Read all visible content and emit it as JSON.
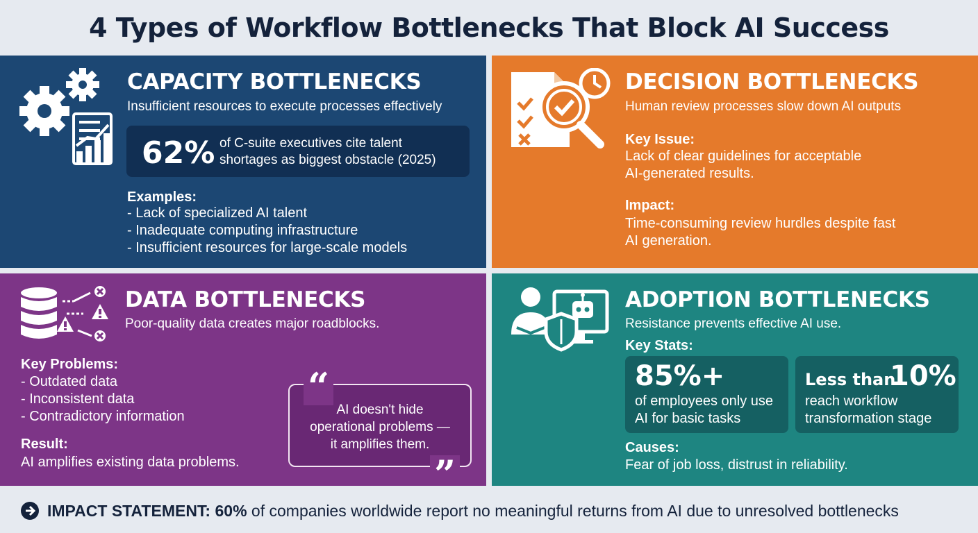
{
  "title": "4 Types of Workflow Bottlenecks That Block AI Success",
  "capacity": {
    "title": "CAPACITY BOTTLENECKS",
    "subtitle": "Insufficient resources to execute processes effectively",
    "stat_value": "62%",
    "stat_text_1": "of C-suite executives cite talent",
    "stat_text_2": "shortages as biggest obstacle (2025)",
    "examples_label": "Examples:",
    "examples": [
      "- Lack of specialized AI talent",
      "- Inadequate computing infrastructure",
      "- Insufficient resources for large-scale models"
    ],
    "icon": "gears-chart-icon",
    "color": "#1c4773"
  },
  "decision": {
    "title": "DECISION BOTTLENECKS",
    "subtitle": "Human review processes slow down AI outputs",
    "issue_label": "Key Issue:",
    "issue_lines": [
      "Lack of clear guidelines for acceptable",
      "AI-generated results."
    ],
    "impact_label": "Impact:",
    "impact_lines": [
      "Time-consuming review hurdles despite fast",
      "AI generation."
    ],
    "icon": "document-review-icon",
    "color": "#e57a2b"
  },
  "data": {
    "title": "DATA BOTTLENECKS",
    "subtitle": "Poor-quality data creates major roadblocks.",
    "problems_label": "Key Problems:",
    "problems": [
      "- Outdated data",
      "- Inconsistent data",
      "- Contradictory information"
    ],
    "result_label": "Result:",
    "result_text": "AI amplifies existing data problems.",
    "quote_lines": [
      "AI doesn't hide",
      "operational problems —",
      "it amplifies them."
    ],
    "icon": "database-warning-icon",
    "color": "#7d3587"
  },
  "adoption": {
    "title": "ADOPTION BOTTLENECKS",
    "subtitle": "Resistance prevents effective AI use.",
    "stats_label": "Key Stats:",
    "stat1_value": "85%+",
    "stat1_lines": [
      "of employees only use",
      "AI for basic tasks"
    ],
    "stat2_prefix": "Less than",
    "stat2_value": "10%",
    "stat2_lines": [
      "reach workflow",
      "transformation stage"
    ],
    "causes_label": "Causes:",
    "causes_text": "Fear of job loss, distrust in reliability.",
    "icon": "person-robot-icon",
    "color": "#1e8581"
  },
  "impact": {
    "label": "IMPACT STATEMENT:",
    "value": "60%",
    "text": "of companies worldwide report no meaningful returns from AI due to unresolved bottlenecks",
    "icon": "arrow-right-icon"
  }
}
